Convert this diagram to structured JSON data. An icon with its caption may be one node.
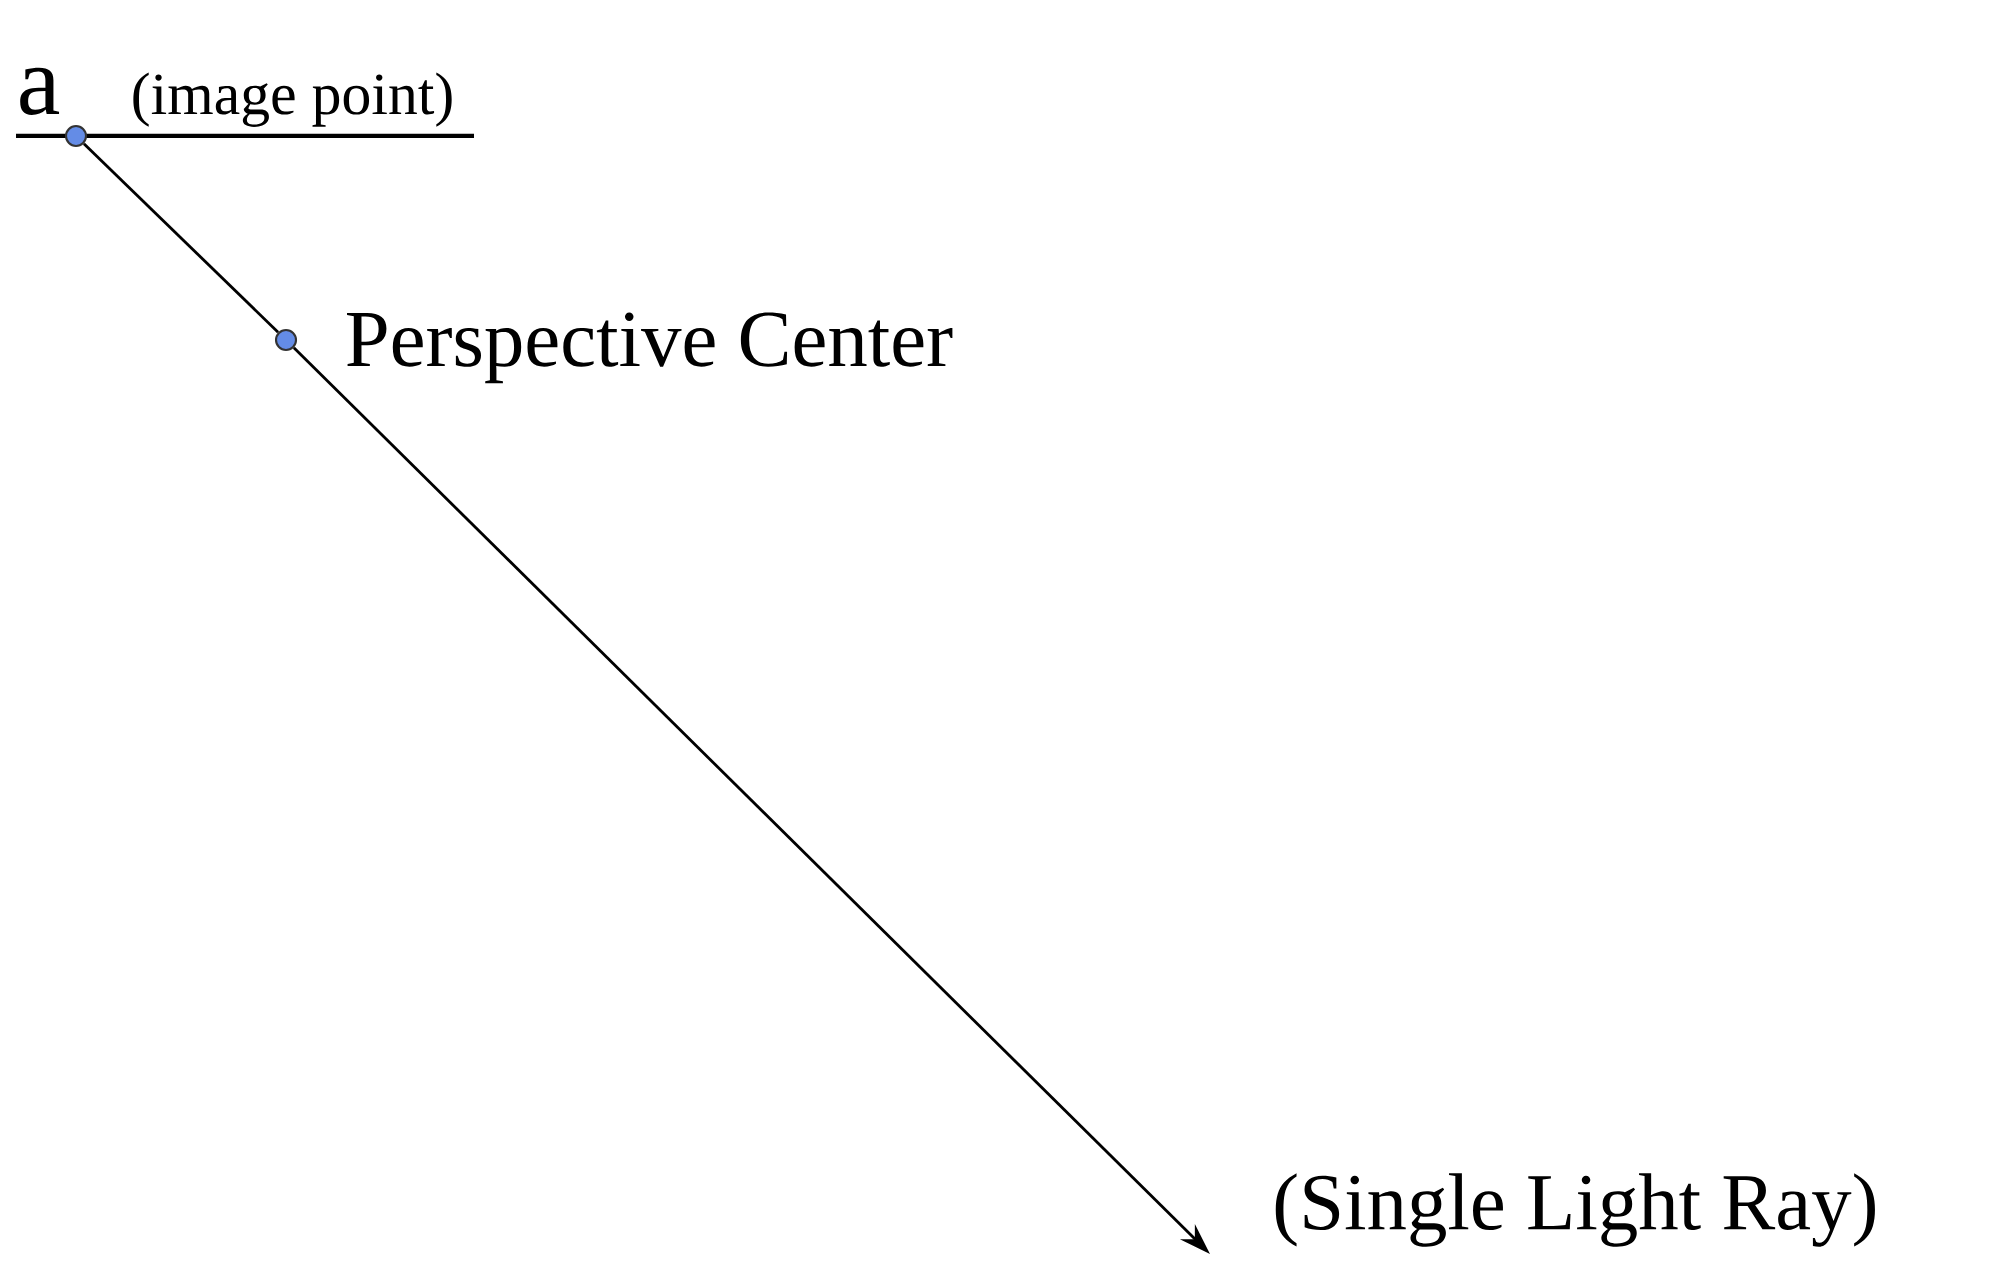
{
  "diagram": {
    "nodes": [
      {
        "text": [],
        "shape": "circle",
        "beside": [
          "a",
          "(image point)"
        ]
      },
      {
        "text": [],
        "shape": "circle",
        "beside": [
          "Perspective Center"
        ]
      },
      {
        "text": [
          "(Single Light Ray)"
        ]
      }
    ],
    "edges": [
      {
        "from": 0,
        "to": 1,
        "arrow": "none"
      },
      {
        "from": 1,
        "to": 2,
        "arrow": "to"
      }
    ]
  }
}
